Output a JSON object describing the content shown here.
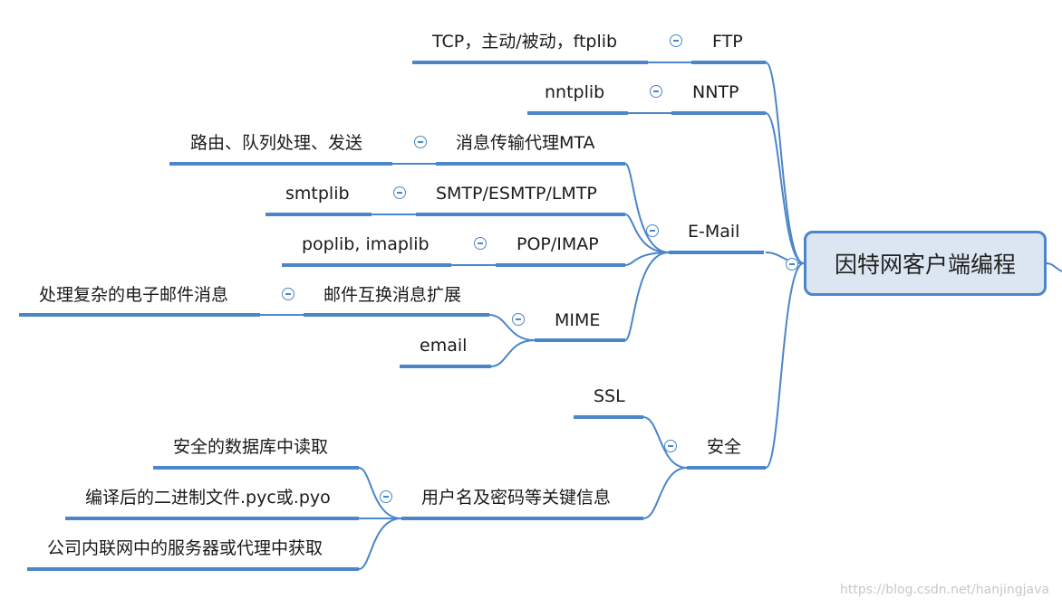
{
  "root": {
    "label": "因特网客户端编程"
  },
  "branches": {
    "ftp": {
      "label": "FTP",
      "child": "TCP，主动/被动，ftplib"
    },
    "nntp": {
      "label": "NNTP",
      "child": "nntplib"
    },
    "email": {
      "label": "E-Mail",
      "mta": {
        "label": "消息传输代理MTA",
        "child": "路由、队列处理、发送"
      },
      "smtp": {
        "label": "SMTP/ESMTP/LMTP",
        "child": "smtplib"
      },
      "pop": {
        "label": "POP/IMAP",
        "child": "poplib, imaplib"
      },
      "mime": {
        "label": "MIME",
        "ext": {
          "label": "邮件互换消息扩展",
          "child": "处理复杂的电子邮件消息"
        },
        "email": {
          "label": "email"
        }
      }
    },
    "security": {
      "label": "安全",
      "ssl": {
        "label": "SSL"
      },
      "creds": {
        "label": "用户名及密码等关键信息",
        "children": [
          "安全的数据库中读取",
          "编译后的二进制文件.pyc或.pyo",
          "公司内联网中的服务器或代理中获取"
        ]
      }
    }
  },
  "watermark": "https://blog.csdn.net/hanjingjava",
  "colors": {
    "line": "#4a86c8",
    "root_fill": "#dce6f2"
  }
}
